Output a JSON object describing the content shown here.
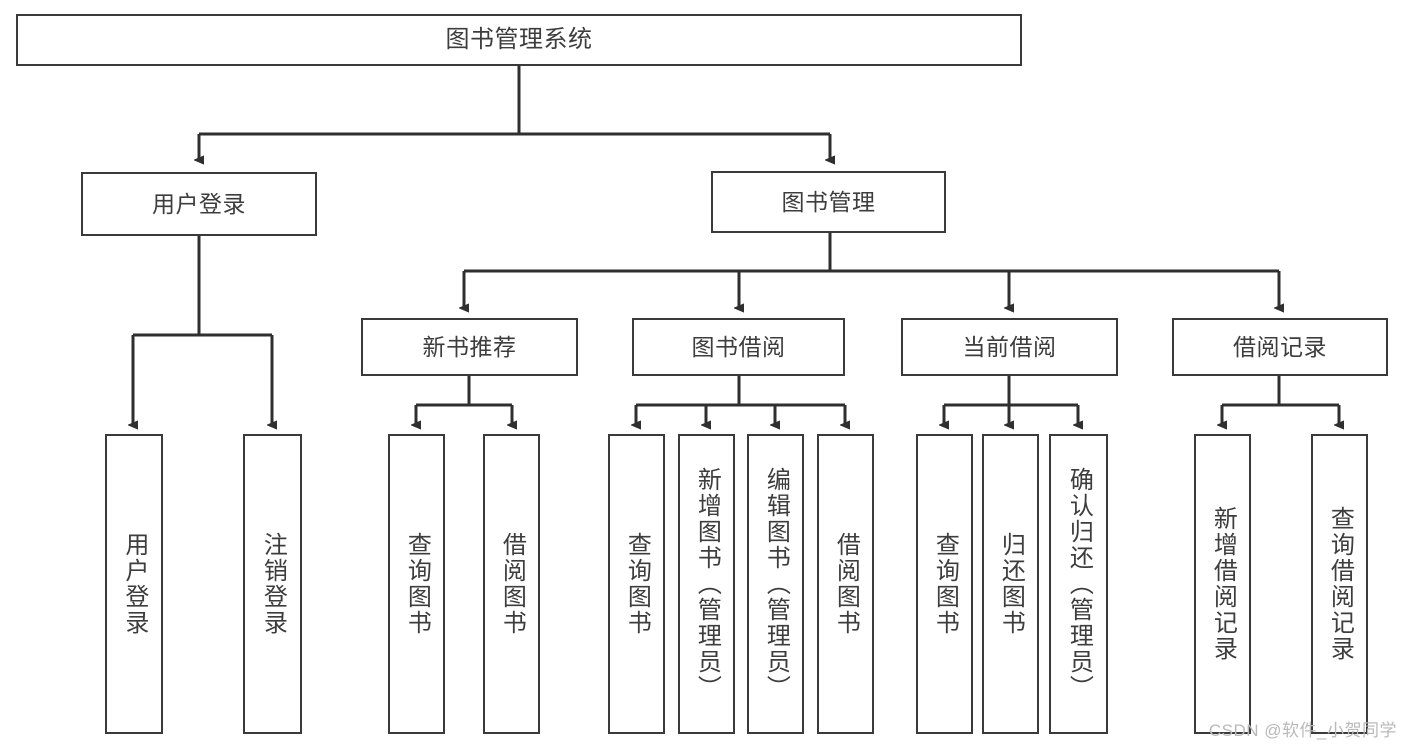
{
  "diagram": {
    "title": "图书管理系统",
    "type": "tree-hierarchy",
    "root": {
      "label": "图书管理系统"
    },
    "level2": [
      {
        "label": "用户登录"
      },
      {
        "label": "图书管理"
      }
    ],
    "level3": [
      {
        "label": "新书推荐"
      },
      {
        "label": "图书借阅"
      },
      {
        "label": "当前借阅"
      },
      {
        "label": "借阅记录"
      }
    ],
    "leaves": {
      "user_login": [
        {
          "label": "用户登录"
        },
        {
          "label": "注销登录"
        }
      ],
      "new_book_recommend": [
        {
          "label": "查询图书"
        },
        {
          "label": "借阅图书"
        }
      ],
      "book_borrow": [
        {
          "label": "查询图书"
        },
        {
          "label": "新增图书（管理员）"
        },
        {
          "label": "编辑图书（管理员）"
        },
        {
          "label": "借阅图书"
        }
      ],
      "current_borrow": [
        {
          "label": "查询图书"
        },
        {
          "label": "归还图书"
        },
        {
          "label": "确认归还（管理员）"
        }
      ],
      "borrow_record": [
        {
          "label": "新增借阅记录"
        },
        {
          "label": "查询借阅记录"
        }
      ]
    }
  },
  "watermark": {
    "text": "CSDN @软件_小贺同学"
  },
  "colors": {
    "stroke": "#3a3a3a",
    "text": "#3d3d3d",
    "background": "#ffffff",
    "watermark": "#b9b9b9"
  }
}
